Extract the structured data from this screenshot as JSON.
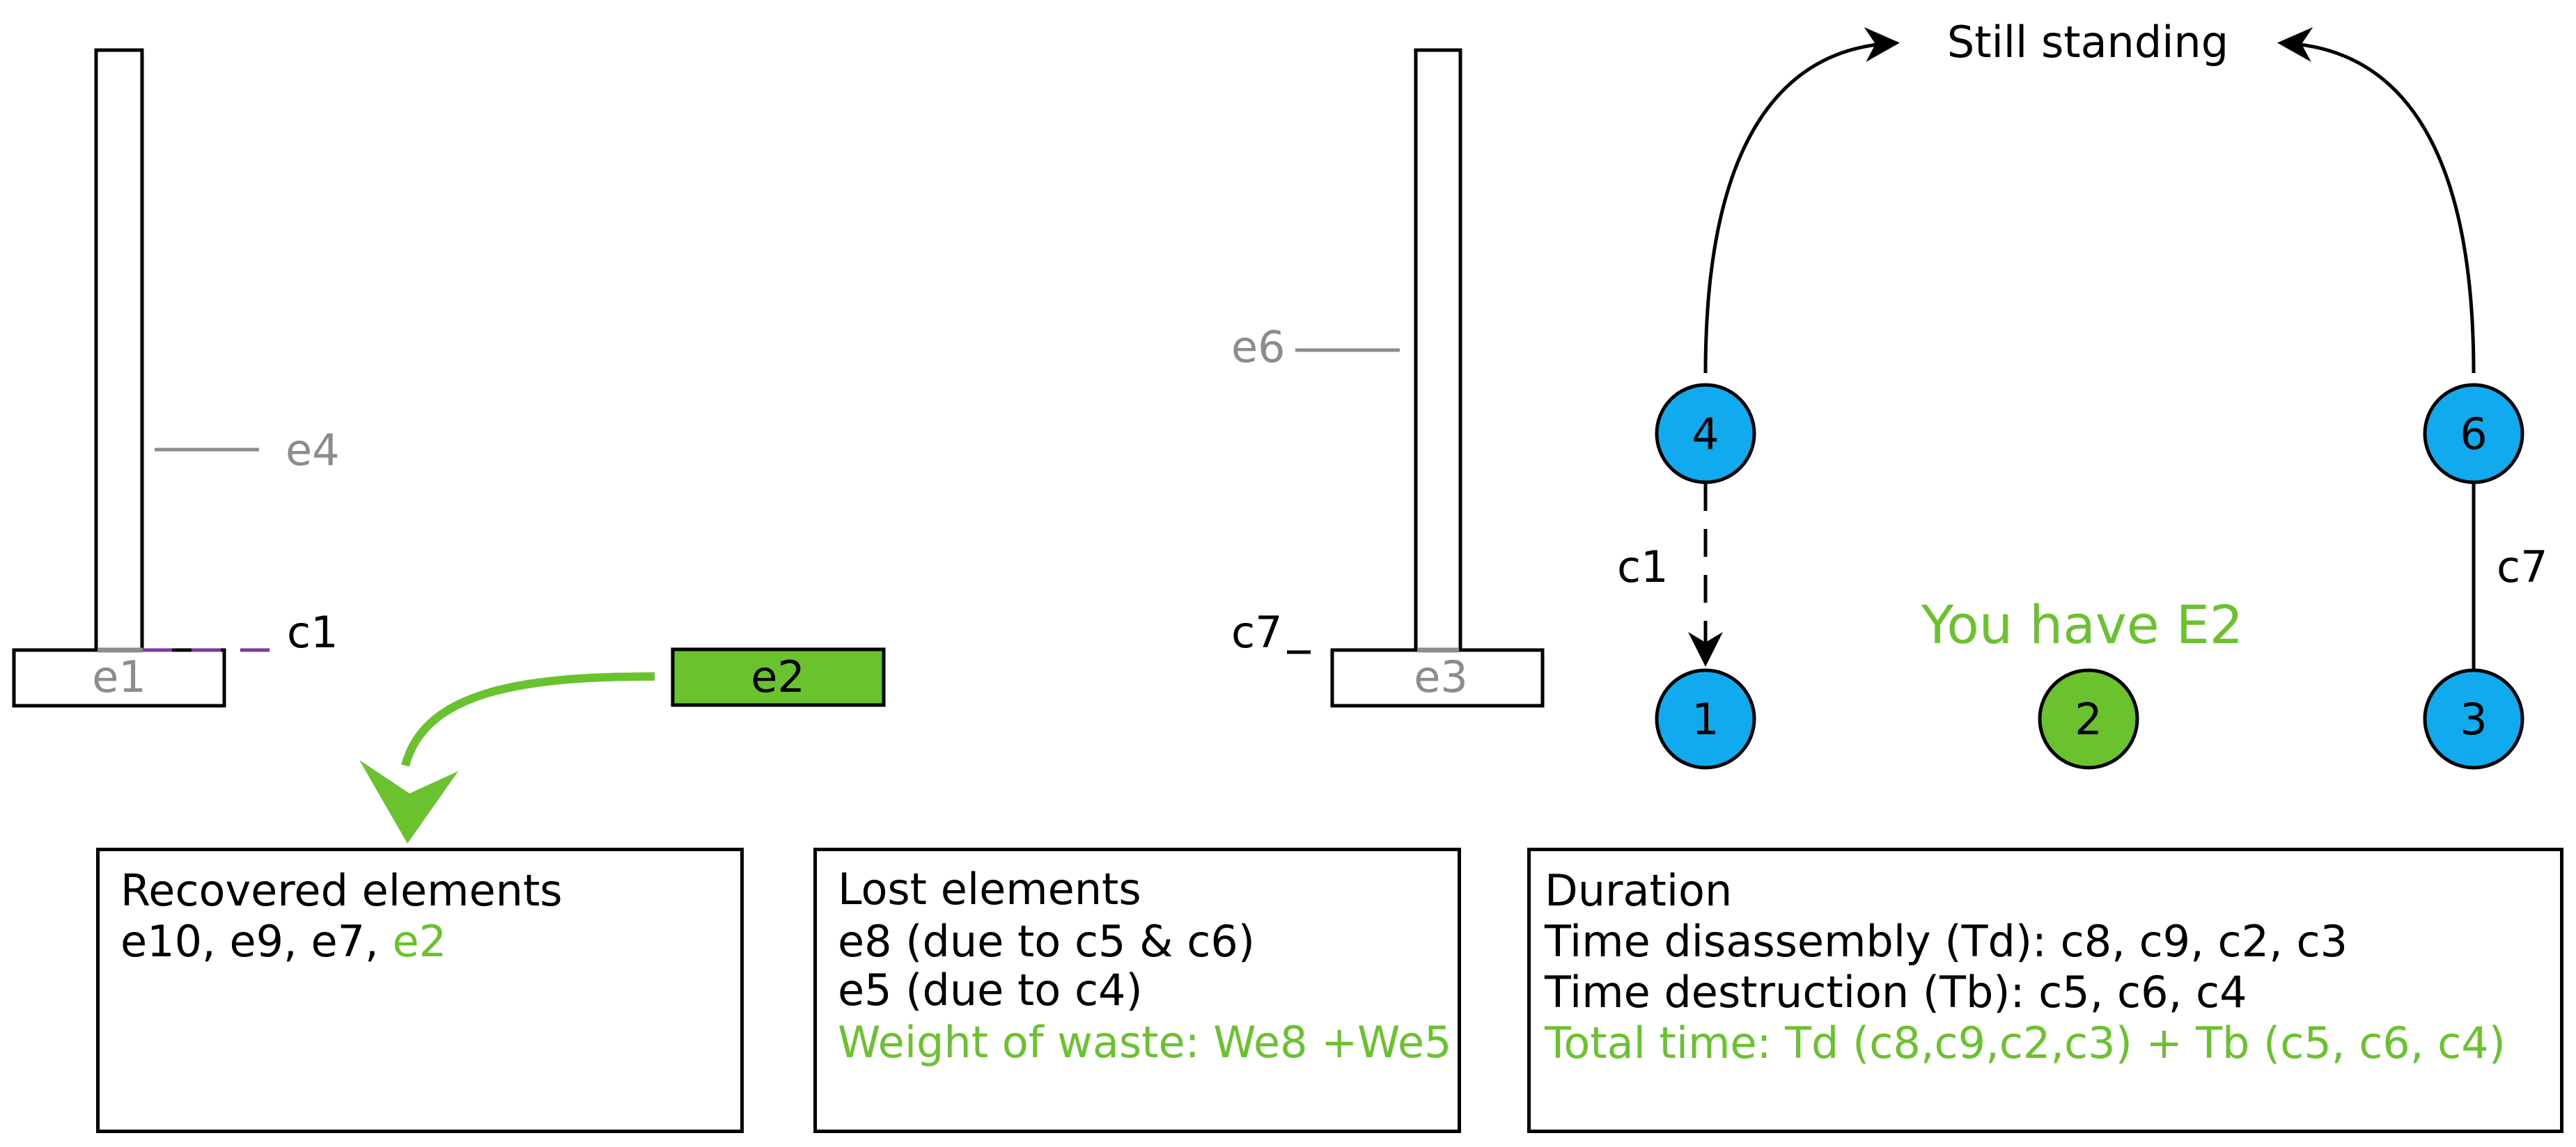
{
  "colors": {
    "green": "#6ac22f",
    "blue": "#11aaef",
    "gray": "#8c8c8c",
    "purple": "#7b3aa8",
    "black": "#000000"
  },
  "labels": {
    "e1": "e1",
    "e2": "e2",
    "e3": "e3",
    "e4": "e4",
    "e6": "e6",
    "c1_left": "c1",
    "c7_left": "c7",
    "c1_graph": "c1",
    "c7_graph": "c7",
    "still_standing": "Still standing",
    "you_have": "You have E2"
  },
  "nodes": {
    "n4": "4",
    "n6": "6",
    "n1": "1",
    "n2": "2",
    "n3": "3"
  },
  "recovered": {
    "title": "Recovered elements",
    "items": "e10, e9, e7, ",
    "highlight": "e2"
  },
  "lost": {
    "title": "Lost elements",
    "line1": "e8 (due to c5 & c6)",
    "line2": "e5 (due to c4)",
    "waste": "Weight of waste: We8 +We5"
  },
  "duration": {
    "title": "Duration",
    "td": "Time disassembly (Td): c8, c9, c2, c3",
    "tb": "Time destruction (Tb): c5, c6, c4",
    "total": "Total time: Td (c8,c9,c2,c3) + Tb (c5, c6, c4)"
  }
}
